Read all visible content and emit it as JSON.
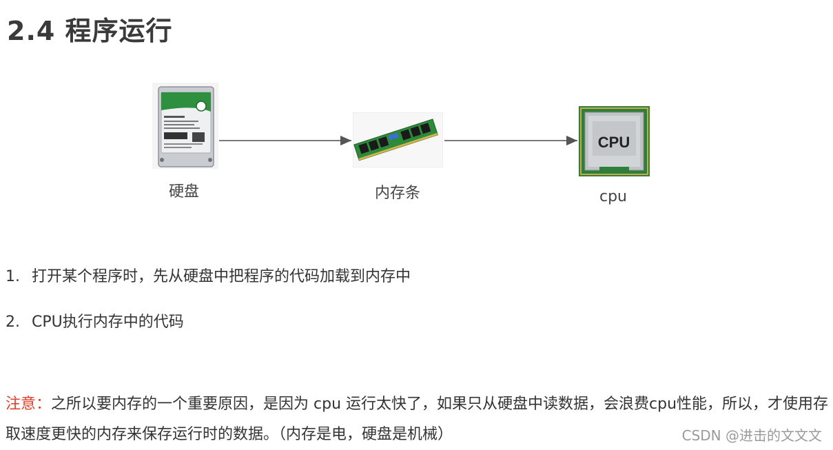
{
  "title": "2.4 程序运行",
  "diagram": {
    "nodes": [
      {
        "id": "hdd",
        "label": "硬盘",
        "icon": "hard-drive-icon"
      },
      {
        "id": "ram",
        "label": "内存条",
        "icon": "ram-stick-icon"
      },
      {
        "id": "cpu",
        "label": "cpu",
        "icon": "cpu-chip-icon",
        "chip_text": "CPU"
      }
    ],
    "edges": [
      {
        "from": "hdd",
        "to": "ram"
      },
      {
        "from": "ram",
        "to": "cpu"
      }
    ]
  },
  "steps": [
    {
      "num": "1.",
      "text": "打开某个程序时，先从硬盘中把程序的代码加载到内存中"
    },
    {
      "num": "2.",
      "text": "CPU执行内存中的代码"
    }
  ],
  "note": {
    "label": "注意：",
    "text": "之所以要内存的一个重要原因，是因为 cpu 运行太快了，如果只从硬盘中读数据，会浪费cpu性能，所以，才使用存取速度更快的内存来保存运行时的数据。（内存是电，硬盘是机械）"
  },
  "watermark": "CSDN @进击的文文文",
  "colors": {
    "note_label": "#e0402a",
    "chip_gold": "#b8a04a",
    "pcb_green": "#2f8a3c"
  }
}
